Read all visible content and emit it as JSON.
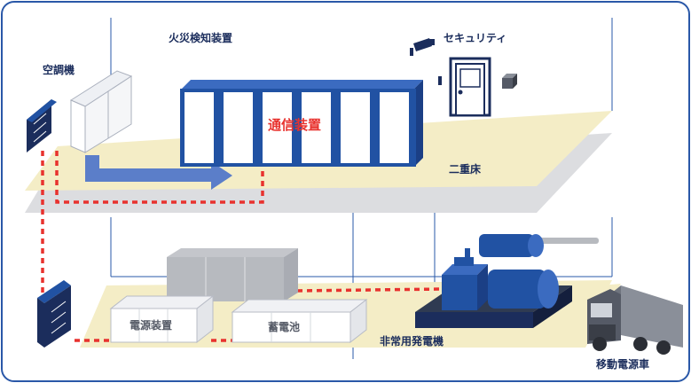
{
  "labels": {
    "fire_detector": "火災検知装置",
    "security": "セキュリティ",
    "air_conditioner": "空調機",
    "telecom_equipment": "通信装置",
    "raised_floor": "二重床",
    "power_supply": "電源装置",
    "storage_battery": "蓄電池",
    "emergency_generator": "非常用発電機",
    "mobile_power_vehicle": "移動電源車"
  },
  "colors": {
    "frame_border": "#2a58a8",
    "equipment_blue": "#2152a3",
    "dark_navy": "#1b2d5c",
    "floor_beige": "#f4edc6",
    "floor_grey": "#dcdde0",
    "cable_red": "#e8322e",
    "airflow_arrow": "#5b7ec9"
  },
  "icons": {
    "camera": "security-camera-icon",
    "door": "door-icon",
    "sensor": "sensor-box-icon",
    "truck": "truck-icon"
  }
}
